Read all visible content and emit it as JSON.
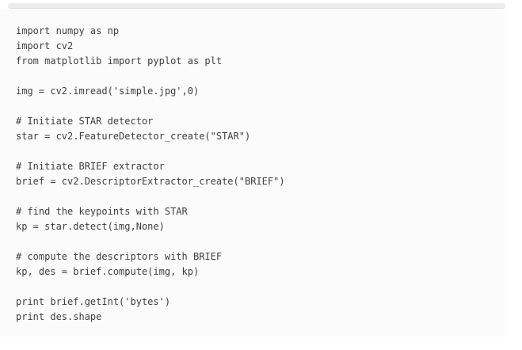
{
  "page": {
    "background_color": "#ffffff"
  },
  "top_strip": {
    "color": "#ececec",
    "edge_color": "#dcdcdc"
  },
  "code_block": {
    "background_color": "#fbfbfb",
    "text_color": "#404040",
    "language": "python",
    "lines": [
      "import numpy as np",
      "import cv2",
      "from matplotlib import pyplot as plt",
      "",
      "img = cv2.imread('simple.jpg',0)",
      "",
      "# Initiate STAR detector",
      "star = cv2.FeatureDetector_create(\"STAR\")",
      "",
      "# Initiate BRIEF extractor",
      "brief = cv2.DescriptorExtractor_create(\"BRIEF\")",
      "",
      "# find the keypoints with STAR",
      "kp = star.detect(img,None)",
      "",
      "# compute the descriptors with BRIEF",
      "kp, des = brief.compute(img, kp)",
      "",
      "print brief.getInt('bytes')",
      "print des.shape"
    ]
  }
}
